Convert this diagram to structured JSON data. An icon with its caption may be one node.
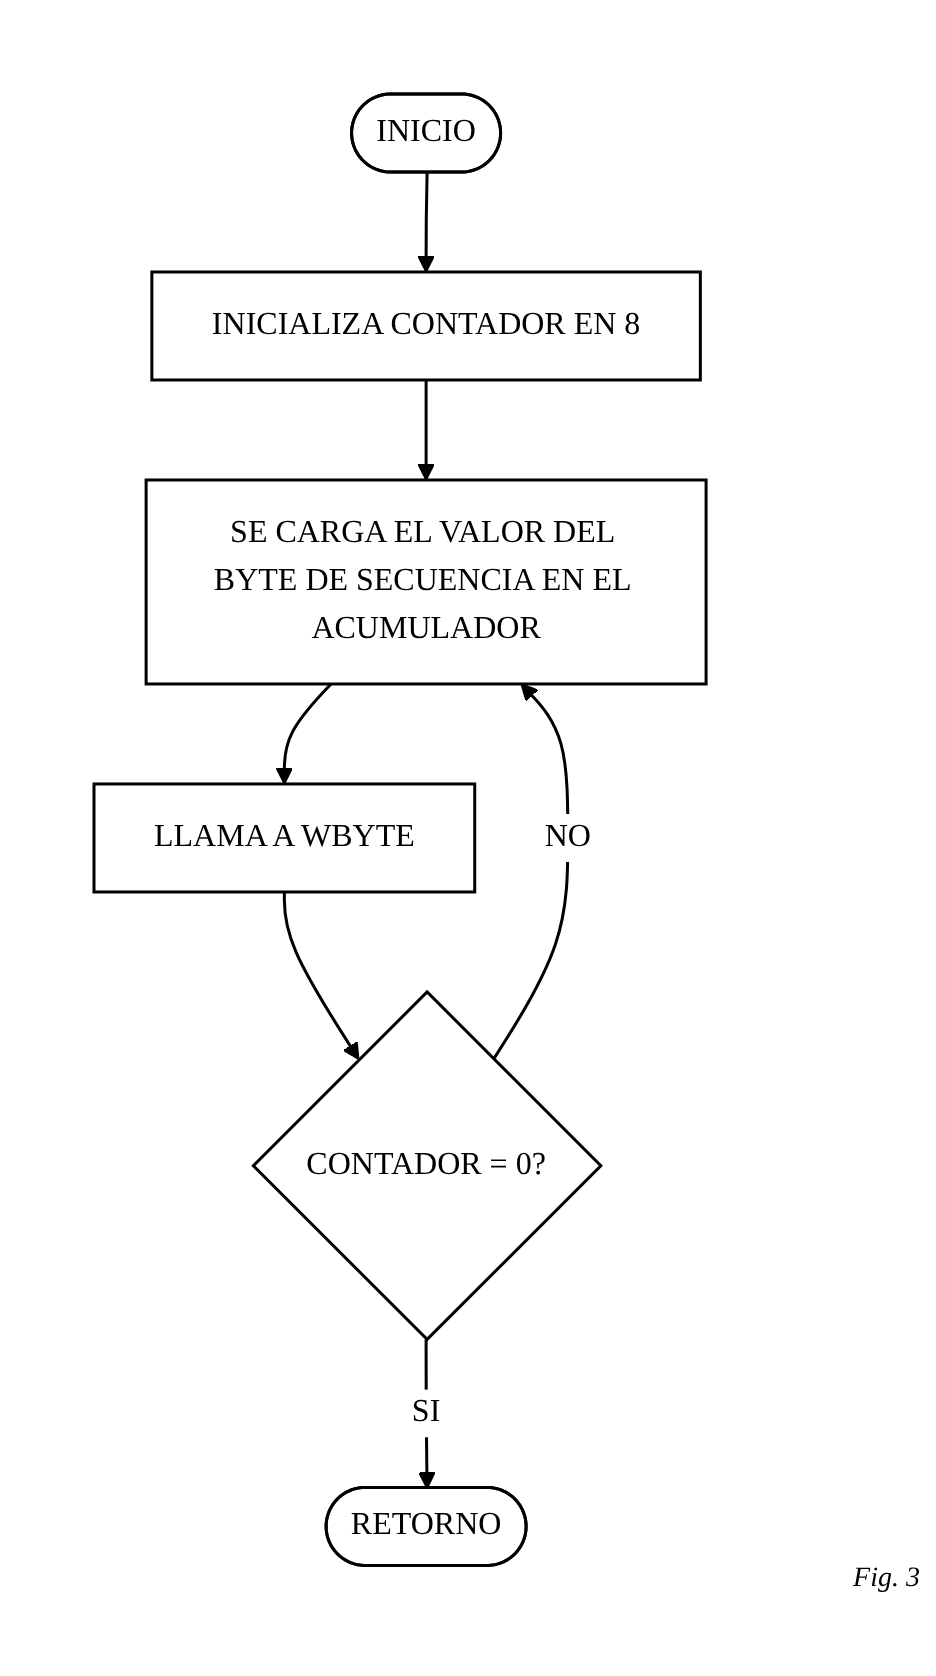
{
  "diagram": {
    "caption": "Fig. 3",
    "nodes": [
      {
        "text": [
          "INICIO"
        ]
      },
      {
        "text": [
          "INICIALIZA CONTADOR EN 8"
        ]
      },
      {
        "text": [
          "SE CARGA EL VALOR DEL BYTE DE SECUENCIA EN EL ACUMULADOR"
        ]
      },
      {
        "text": [
          "LLAMA A WBYTE"
        ]
      },
      {
        "text": [
          "CONTADOR = 0?"
        ]
      },
      {
        "text": [
          "RETORNO"
        ]
      }
    ],
    "edges": [
      {
        "from": 0,
        "to": 1,
        "arrow": "to"
      },
      {
        "from": 1,
        "to": 2,
        "arrow": "to"
      },
      {
        "from": 2,
        "to": 3,
        "arrow": "to"
      },
      {
        "from": 3,
        "to": 4,
        "arrow": "to"
      },
      {
        "from": 4,
        "to": 2,
        "label": "NO",
        "arrow": "to"
      },
      {
        "from": 4,
        "to": 5,
        "label": "SI",
        "arrow": "to"
      }
    ]
  }
}
